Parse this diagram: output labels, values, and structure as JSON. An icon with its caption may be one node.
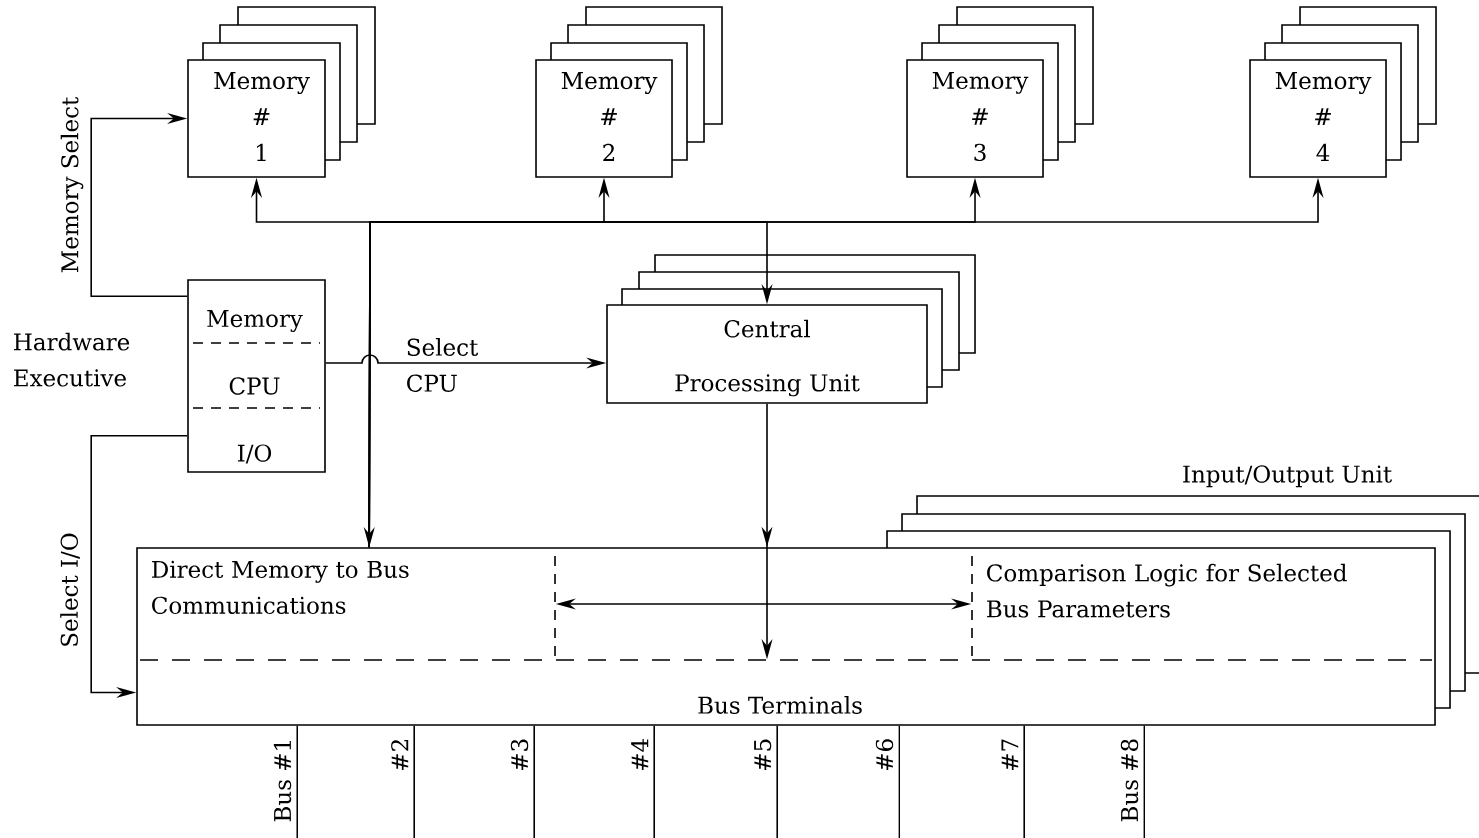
{
  "diagram": {
    "nodes": [
      {
        "text": [
          "Memory # 1"
        ]
      },
      {
        "text": [
          "Memory # 2"
        ]
      },
      {
        "text": [
          "Memory # 3"
        ]
      },
      {
        "text": [
          "Memory # 4"
        ]
      },
      {
        "text": [
          "Memory",
          "CPU",
          "I/O"
        ],
        "beside": [
          "Hardware Executive"
        ]
      },
      {
        "text": [
          "Central Processing Unit"
        ]
      },
      {
        "text": [
          "Input/Output Unit"
        ]
      },
      {
        "text": [
          "Direct Memory to Bus Communications"
        ],
        "in": 6
      },
      {
        "text": [
          "Comparison Logic for Selected Bus Parameters"
        ],
        "in": 6
      },
      {
        "text": [
          "Bus Terminals"
        ],
        "in": 6
      }
    ],
    "edges": [
      {
        "from": 4,
        "to": 0,
        "arrow": "to",
        "label": "Memory Select"
      },
      {
        "from": 4,
        "to": 5,
        "arrow": "to",
        "label": "Select CPU"
      },
      {
        "from": 4,
        "to": 9,
        "arrow": "to",
        "label": "Select I/O"
      },
      {
        "from": 7,
        "to": 0,
        "arrow": "both"
      },
      {
        "from": 7,
        "to": 1,
        "arrow": "to"
      },
      {
        "from": 7,
        "to": 2,
        "arrow": "to"
      },
      {
        "from": 7,
        "to": 3,
        "arrow": "to"
      },
      {
        "from": 7,
        "to": 5,
        "arrow": "to"
      },
      {
        "from": 5,
        "to": 9,
        "arrow": "to"
      },
      {
        "from": 7,
        "to": 8,
        "arrow": "both"
      },
      {
        "from": 9,
        "to": null,
        "arrow": "none",
        "label": "Bus #1"
      },
      {
        "from": 9,
        "to": null,
        "arrow": "none",
        "label": "#2"
      },
      {
        "from": 9,
        "to": null,
        "arrow": "none",
        "label": "#3"
      },
      {
        "from": 9,
        "to": null,
        "arrow": "none",
        "label": "#4"
      },
      {
        "from": 9,
        "to": null,
        "arrow": "none",
        "label": "#5"
      },
      {
        "from": 9,
        "to": null,
        "arrow": "none",
        "label": "#6"
      },
      {
        "from": 9,
        "to": null,
        "arrow": "none",
        "label": "#7"
      },
      {
        "from": 9,
        "to": null,
        "arrow": "none",
        "label": "Bus #8"
      }
    ]
  }
}
